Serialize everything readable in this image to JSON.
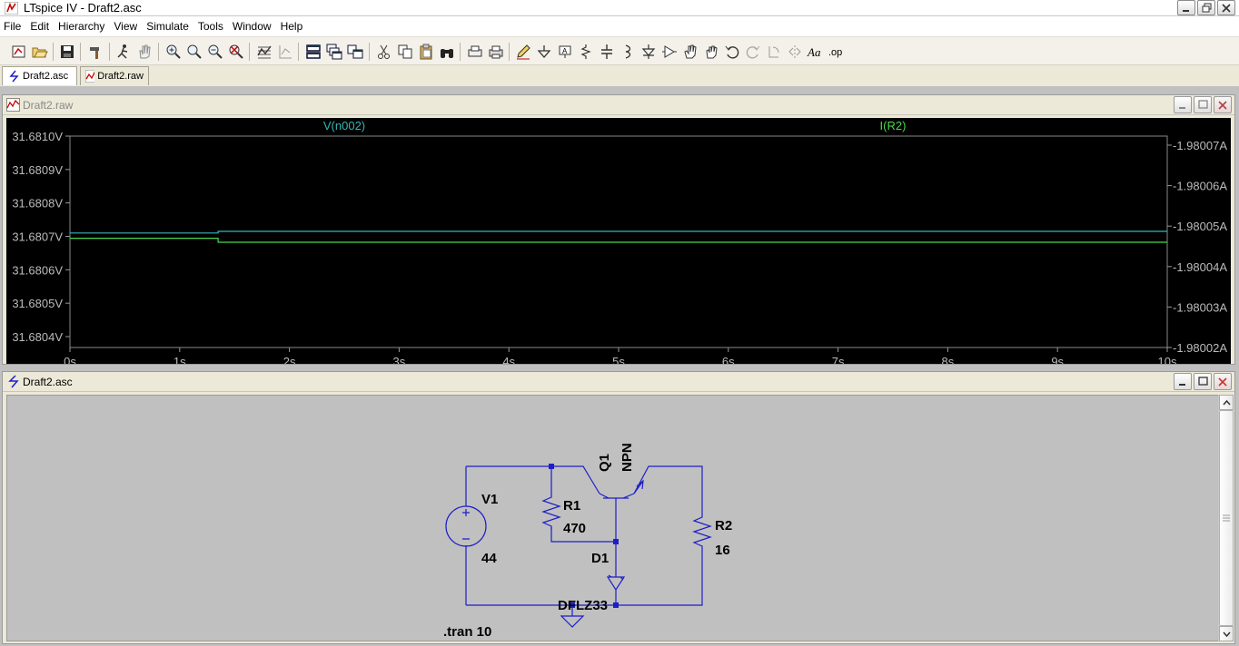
{
  "window": {
    "title": "LTspice IV - Draft2.asc"
  },
  "menu": [
    "File",
    "Edit",
    "Hierarchy",
    "View",
    "Simulate",
    "Tools",
    "Window",
    "Help"
  ],
  "tabs": [
    {
      "label": "Draft2.asc",
      "active": true
    },
    {
      "label": "Draft2.raw",
      "active": false
    }
  ],
  "waveform": {
    "title": "Draft2.raw",
    "traces": [
      {
        "name": "V(n002)",
        "color": "#37b6b6"
      },
      {
        "name": "I(R2)",
        "color": "#49d849"
      }
    ],
    "left_ticks": [
      "31.6810V",
      "31.6809V",
      "31.6808V",
      "31.6807V",
      "31.6806V",
      "31.6805V",
      "31.6804V"
    ],
    "right_ticks": [
      "1.98007A",
      "1.98006A",
      "1.98005A",
      "1.98004A",
      "1.98003A",
      "1.98002A"
    ],
    "x_ticks": [
      "0s",
      "1s",
      "2s",
      "3s",
      "4s",
      "5s",
      "6s",
      "7s",
      "8s",
      "9s",
      "10s"
    ]
  },
  "chart_data": {
    "type": "line",
    "x_range": [
      0,
      10
    ],
    "y_left_range": [
      31.6804,
      31.681
    ],
    "y_right_range": [
      1.98002,
      1.98007
    ],
    "series": [
      {
        "name": "V(n002)",
        "axis": "left",
        "x": [
          0,
          1.35,
          1.35,
          10
        ],
        "y": [
          31.68071,
          31.68071,
          31.680715,
          31.680715
        ]
      },
      {
        "name": "I(R2)",
        "axis": "right",
        "x": [
          0,
          1.35,
          1.35,
          10
        ],
        "y": [
          1.980047,
          1.980047,
          1.980046,
          1.980046
        ]
      }
    ]
  },
  "schematic": {
    "title": "Draft2.asc",
    "labels": {
      "v1": "V1",
      "v1_val": "44",
      "r1": "R1",
      "r1_val": "470",
      "q1": "Q1",
      "q1_model": "NPN",
      "d1": "D1",
      "d1_model": "DFLZ33",
      "r2": "R2",
      "r2_val": "16",
      "directive": ".tran 10"
    },
    "wire_color": "#1e1ec8",
    "text_color": "#000000"
  }
}
